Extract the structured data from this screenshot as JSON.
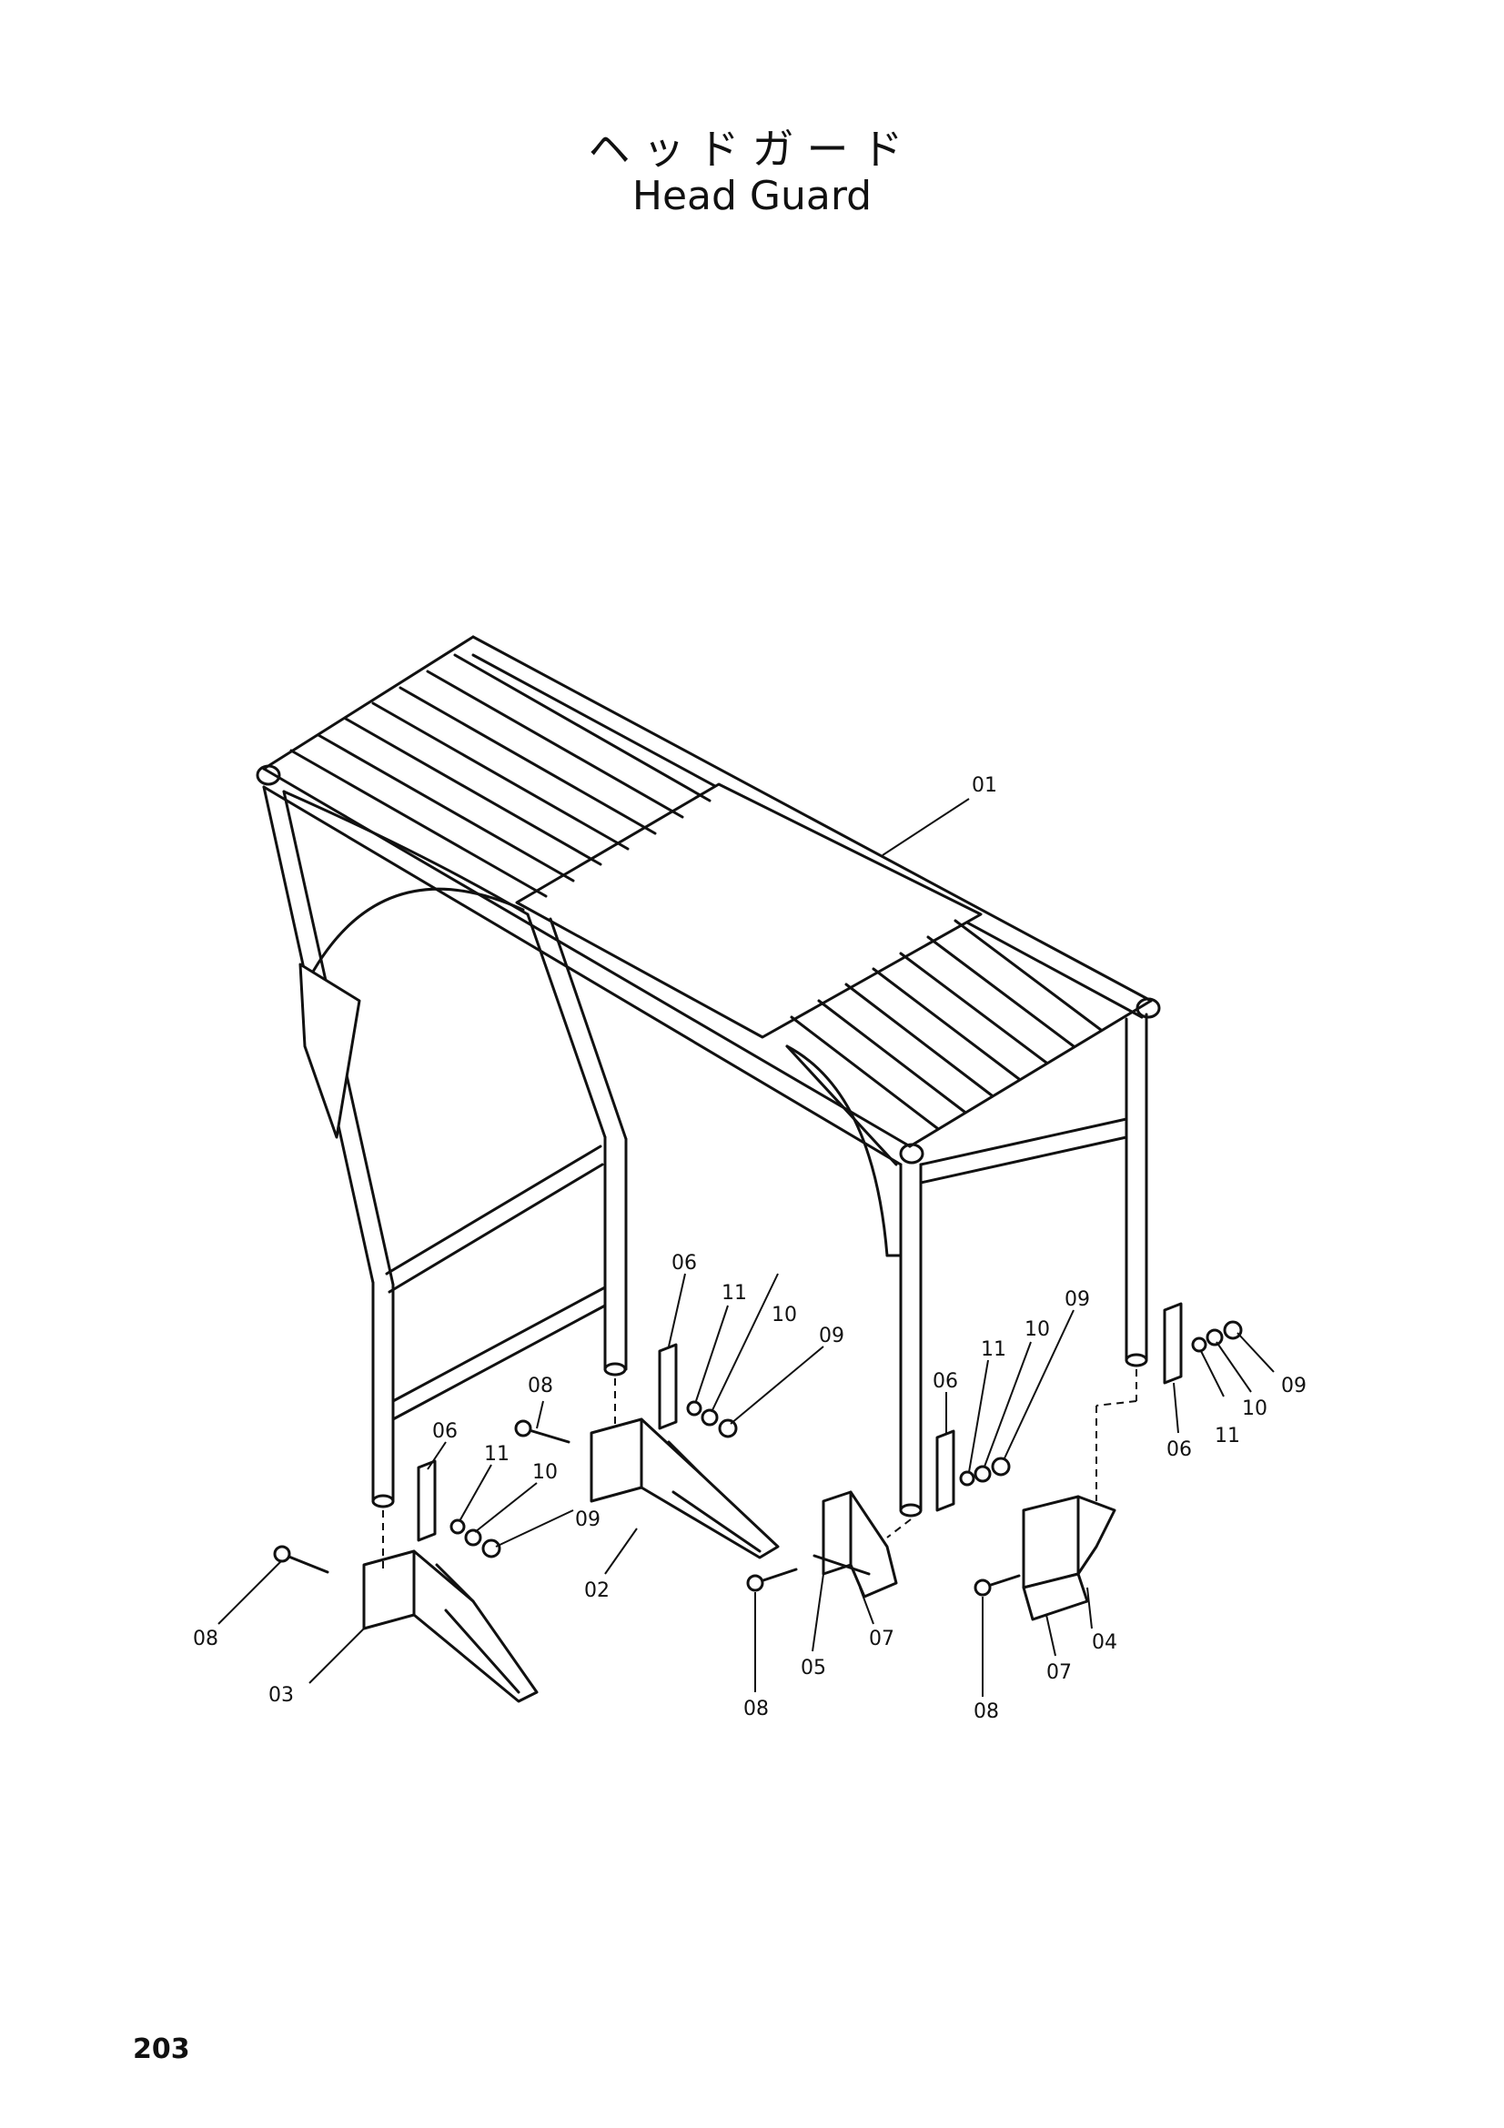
{
  "title_jp": "ヘッドガード",
  "title_en": "Head Guard",
  "page_number": "203",
  "callouts": {
    "c01": "01",
    "c02": "02",
    "c03": "03",
    "c04": "04",
    "c05": "05",
    "c06a": "06",
    "c06b": "06",
    "c06c": "06",
    "c06d": "06",
    "c07a": "07",
    "c07b": "07",
    "c08a": "08",
    "c08b": "08",
    "c08c": "08",
    "c08d": "08",
    "c09a": "09",
    "c09b": "09",
    "c09c": "09",
    "c09d": "09",
    "c10a": "10",
    "c10b": "10",
    "c10c": "10",
    "c10d": "10",
    "c11a": "11",
    "c11b": "11",
    "c11c": "11",
    "c11d": "11"
  }
}
